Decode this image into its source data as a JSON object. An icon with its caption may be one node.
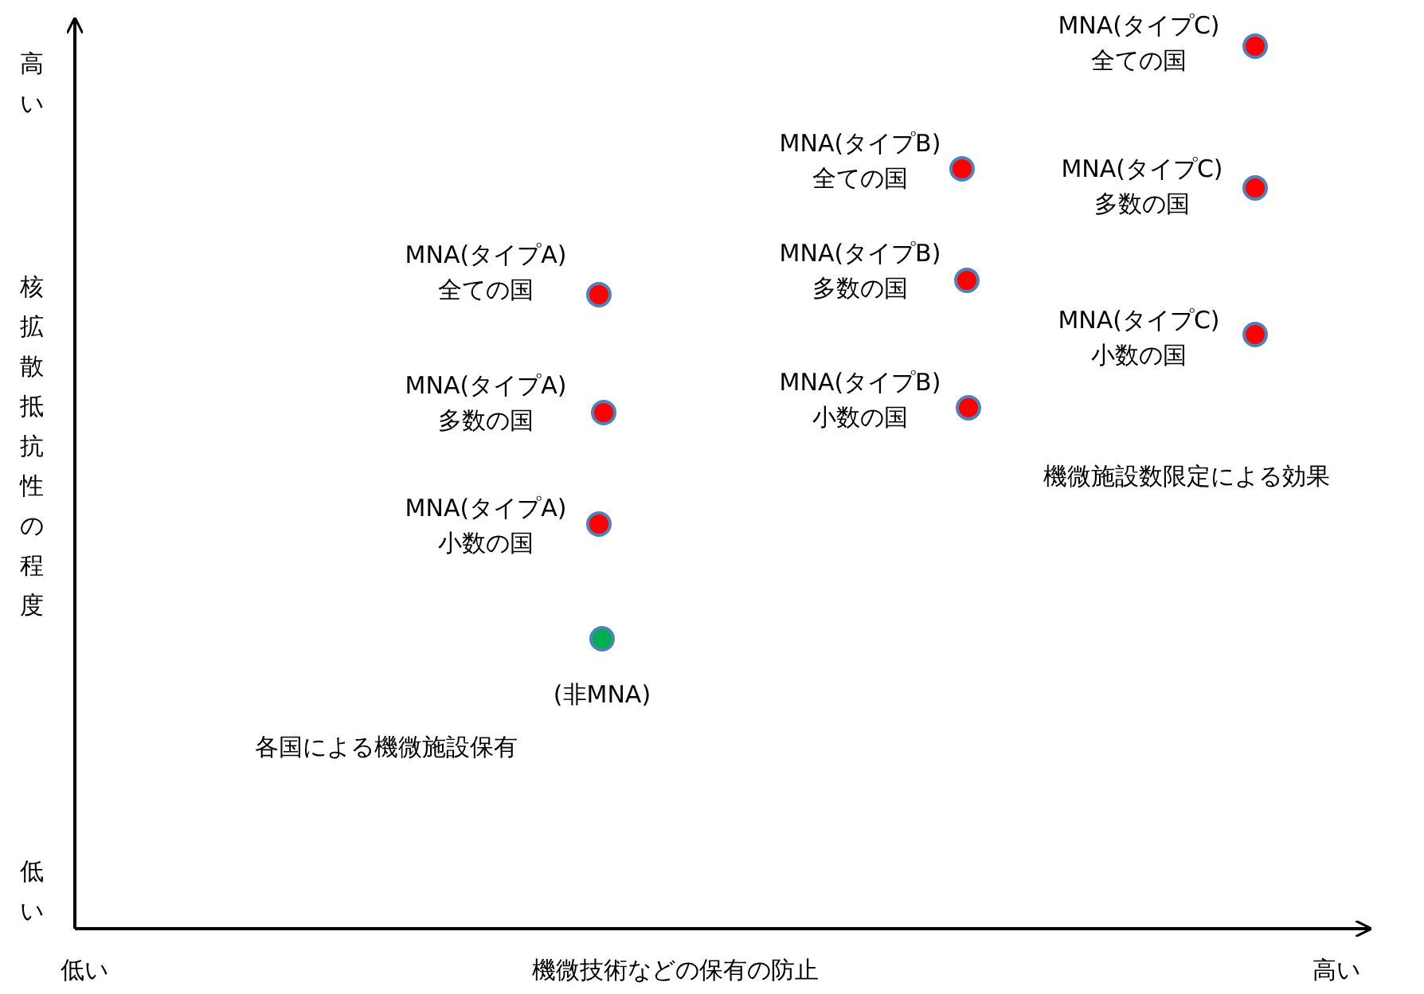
{
  "diagram": {
    "nodes": [
      {
        "text": [],
        "shape": "circle",
        "beside": [
          "MNA(タイプC) 全ての国"
        ]
      },
      {
        "text": [],
        "shape": "circle",
        "beside": [
          "MNA(タイプB) 全ての国"
        ]
      },
      {
        "text": [],
        "shape": "circle",
        "beside": [
          "MNA(タイプC) 多数の国"
        ]
      },
      {
        "text": [],
        "shape": "circle",
        "beside": [
          "MNA(タイプB) 多数の国"
        ]
      },
      {
        "text": [],
        "shape": "circle",
        "beside": [
          "MNA(タイプA) 全ての国"
        ]
      },
      {
        "text": [],
        "shape": "circle",
        "beside": [
          "MNA(タイプC) 小数の国"
        ]
      },
      {
        "text": [],
        "shape": "circle",
        "beside": [
          "MNA(タイプB) 小数の国"
        ]
      },
      {
        "text": [],
        "shape": "circle",
        "beside": [
          "MNA(タイプA) 多数の国"
        ]
      },
      {
        "text": [],
        "shape": "circle",
        "beside": [
          "MNA(タイプA) 小数の国"
        ]
      },
      {
        "text": [],
        "shape": "circle",
        "beside": [
          "(非MNA)"
        ]
      }
    ],
    "labels": [
      "高い",
      "核拡散抵抗性の程度",
      "低い",
      "低い",
      "機微技術などの保有の防止",
      "高い",
      "各国による機微施設保有",
      "機微施設数限定による効果"
    ]
  }
}
